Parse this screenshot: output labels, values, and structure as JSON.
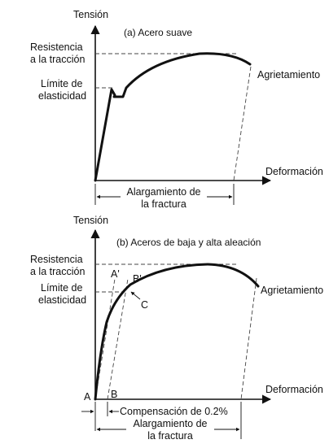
{
  "top": {
    "y_axis": "Tensión",
    "title": "(a) Acero suave",
    "tensile_strength": [
      "Resistencia",
      "a la tracción"
    ],
    "yield_point": [
      "Límite de",
      "elasticidad"
    ],
    "cracking": "Agrietamiento",
    "x_axis": "Deformación",
    "elongation": [
      "Alargamiento de",
      "la fractura"
    ]
  },
  "bottom": {
    "y_axis": "Tensión",
    "title": "(b) Aceros de baja y alta aleación",
    "tensile_strength": [
      "Resistencia",
      "a la tracción"
    ],
    "yield_point": [
      "Límite de",
      "elasticidad"
    ],
    "cracking": "Agrietamiento",
    "x_axis": "Deformación",
    "offset": "Compensación de 0.2%",
    "elongation": [
      "Alargamiento de",
      "la fractura"
    ],
    "point_a_prime": "A'",
    "point_b_prime": "B'",
    "point_c": "C",
    "point_a": "A",
    "point_b": "B"
  }
}
